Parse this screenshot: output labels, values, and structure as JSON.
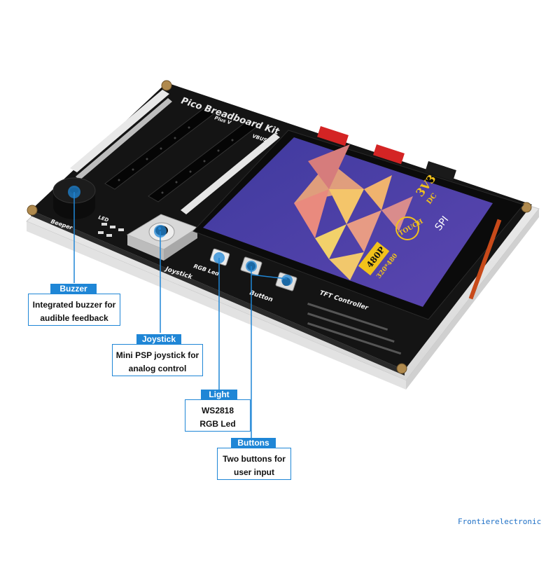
{
  "board": {
    "title": "Pico Breadboard Kit",
    "subtitle": "Plus V",
    "labels": {
      "beeper": "Beeper",
      "led": "LED",
      "joystick": "Joystick",
      "rgb_led": "RGB Led",
      "button": "Button",
      "tft_controller": "TFT Controller",
      "vbus": "VBUS"
    }
  },
  "screen": {
    "badge_480p": "480P",
    "resolution": "320*480",
    "voltage": "3V3",
    "voltage_sub": "DC",
    "touch": "TOUCH",
    "spi": "SPI"
  },
  "callouts": {
    "buzzer": {
      "title": "Buzzer",
      "line1": "Integrated buzzer for",
      "line2": "audible feedback"
    },
    "joystick": {
      "title": "Joystick",
      "line1": "Mini PSP joystick for",
      "line2": "analog control"
    },
    "light": {
      "title": "Light",
      "line1": "WS2818",
      "line2": "RGB Led"
    },
    "buttons": {
      "title": "Buttons",
      "line1": "Two buttons for",
      "line2": "user input"
    }
  },
  "watermark": "Frontierelectronic",
  "colors": {
    "accent": "#1f86d6",
    "board": "#141414",
    "screen_bg": "#4a3ca6",
    "badge_yellow": "#f2c21b"
  }
}
